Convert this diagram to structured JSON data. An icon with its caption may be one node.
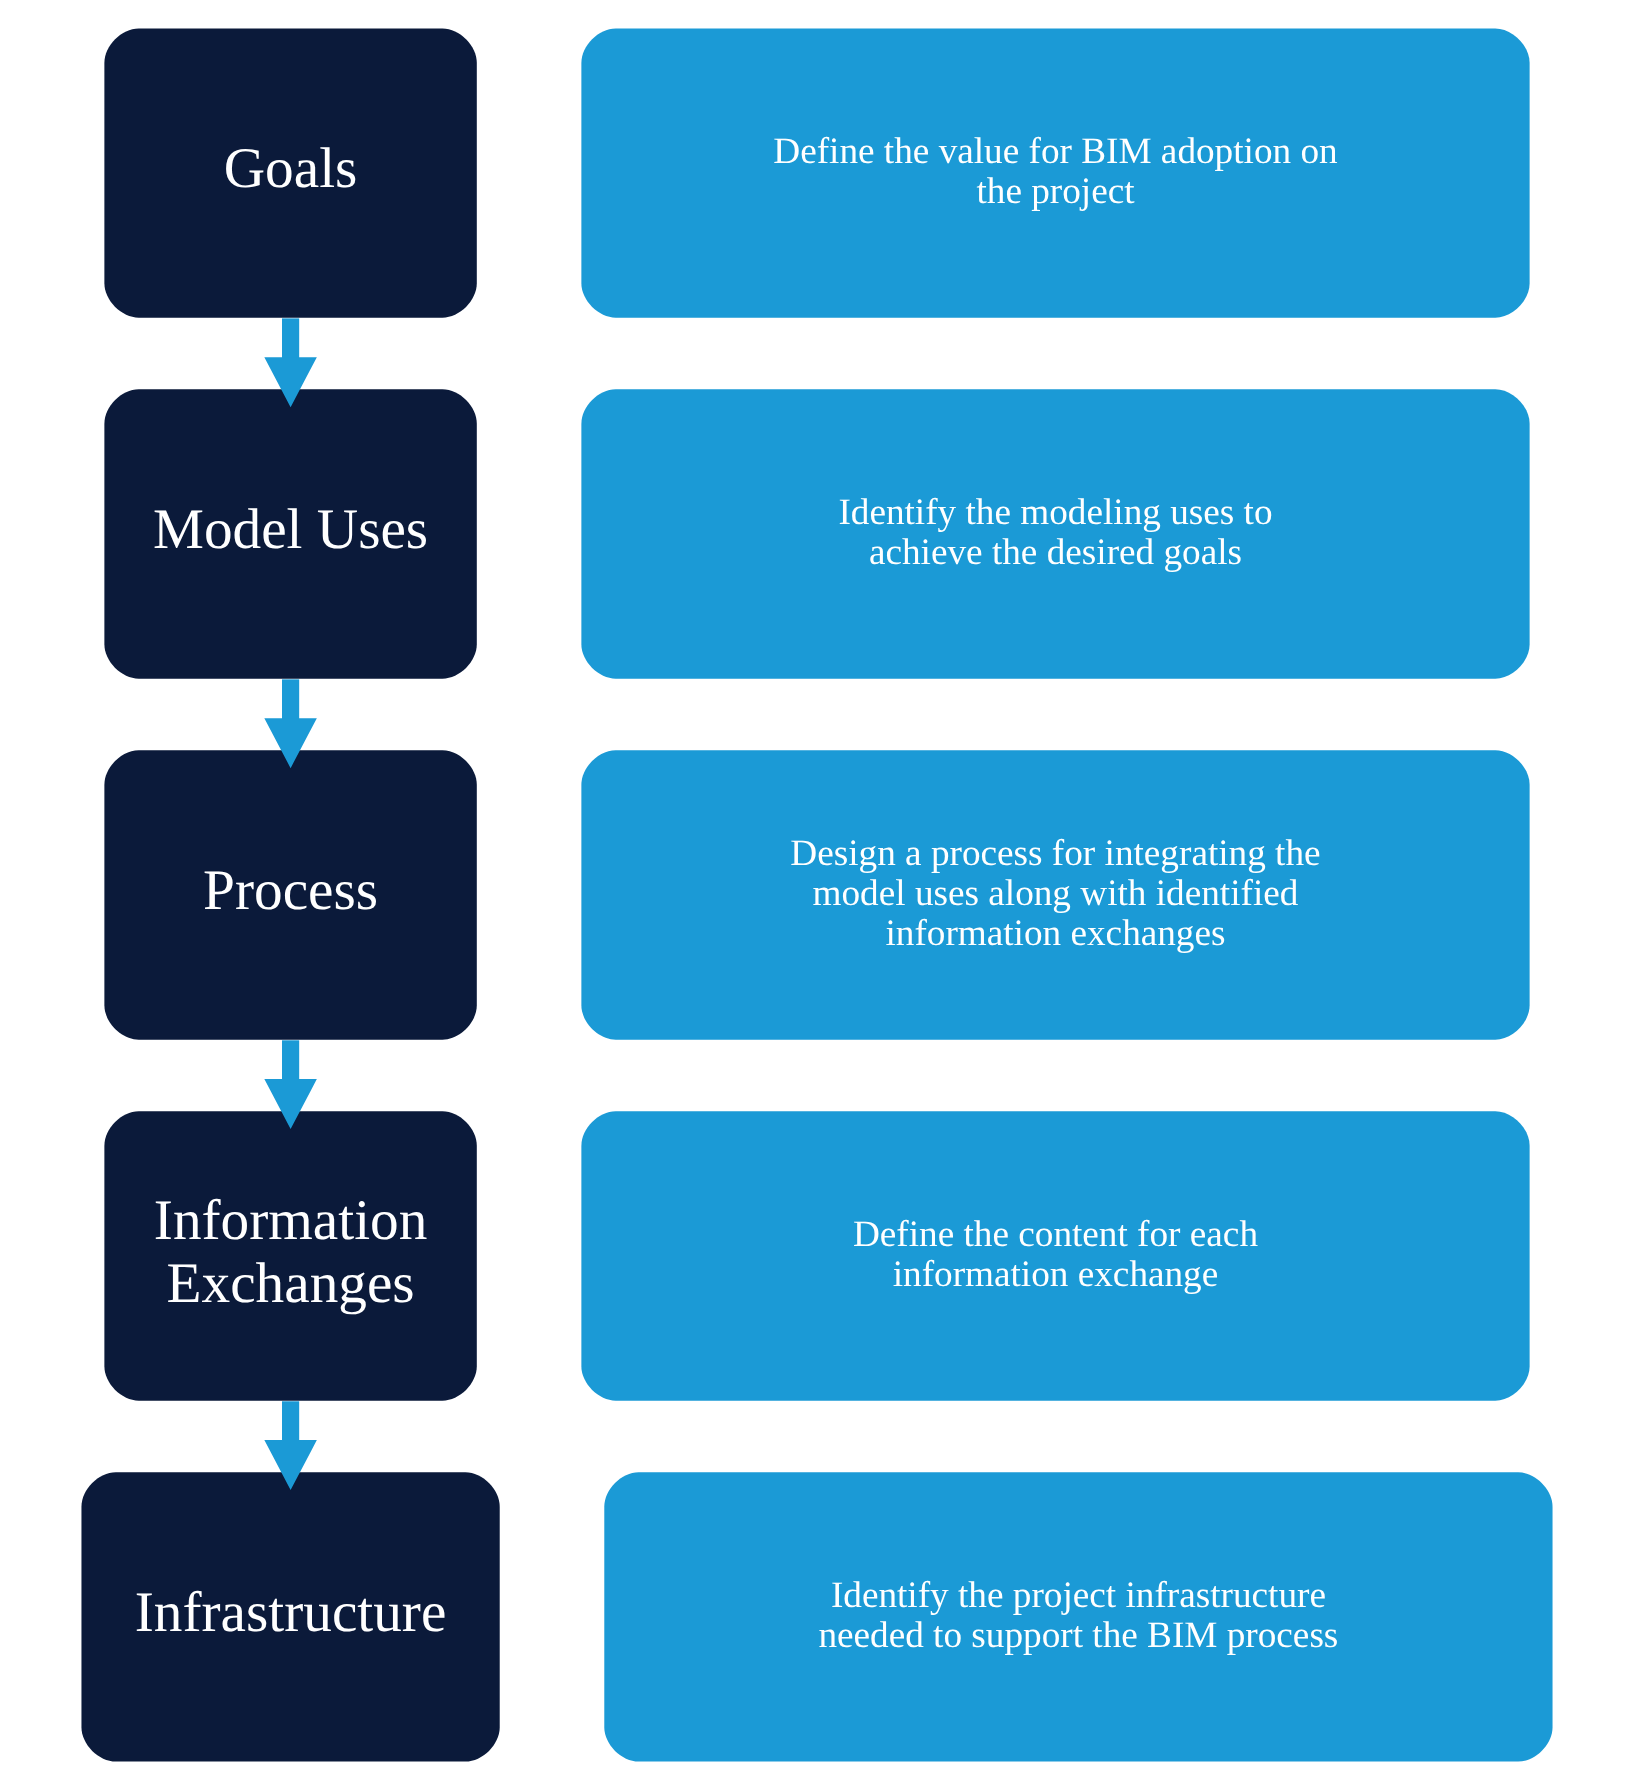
{
  "diagram": {
    "nodes": [
      {
        "text": [
          "Goals"
        ]
      },
      {
        "text": [
          "Define the value for BIM adoption on the project"
        ]
      },
      {
        "text": [
          "Model Uses"
        ]
      },
      {
        "text": [
          "Identify the modeling uses to achieve the desired goals"
        ]
      },
      {
        "text": [
          "Process"
        ]
      },
      {
        "text": [
          "Design a process for integrating the model uses along with identified information exchanges"
        ]
      },
      {
        "text": [
          "Information Exchanges"
        ]
      },
      {
        "text": [
          "Define the content for each information exchange"
        ]
      },
      {
        "text": [
          "Infrastructure"
        ]
      },
      {
        "text": [
          "Identify the project infrastructure needed to support the BIM process"
        ]
      }
    ],
    "edges": [
      {
        "from": 0,
        "to": 2,
        "arrow": "to"
      },
      {
        "from": 2,
        "to": 4,
        "arrow": "to"
      },
      {
        "from": 4,
        "to": 6,
        "arrow": "to"
      },
      {
        "from": 6,
        "to": 8,
        "arrow": "to"
      }
    ]
  }
}
